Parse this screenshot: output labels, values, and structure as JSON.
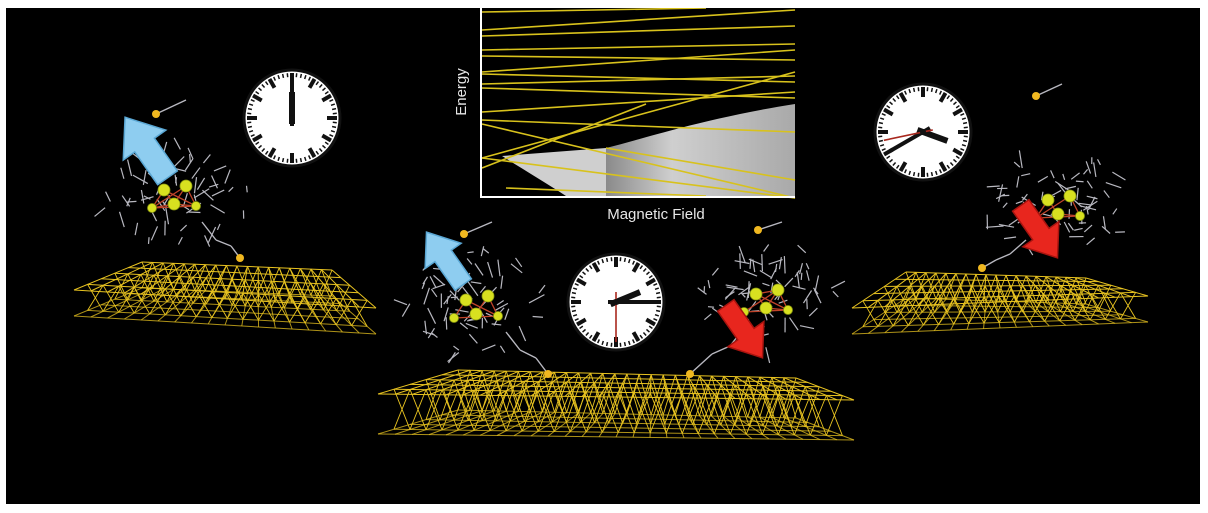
{
  "energy_plot": {
    "ylabel": "Energy",
    "xlabel": "Magnetic Field"
  },
  "clocks": [
    {
      "name": "clock-left",
      "hour": 12,
      "minute": 0,
      "second": 0,
      "show_second": false
    },
    {
      "name": "clock-center",
      "hour": 2,
      "minute": 15,
      "second": 30,
      "show_second": true
    },
    {
      "name": "clock-right",
      "hour": 3,
      "minute": 40,
      "second": 43,
      "show_second": true
    }
  ],
  "spins": [
    {
      "name": "spin-up-arrow-left",
      "color": "#8ecdf0",
      "direction": "up"
    },
    {
      "name": "spin-up-arrow-center",
      "color": "#8ecdf0",
      "direction": "up"
    },
    {
      "name": "spin-down-arrow-center",
      "color": "#e8261e",
      "direction": "down"
    },
    {
      "name": "spin-down-arrow-right",
      "color": "#e8261e",
      "direction": "down"
    }
  ],
  "colors": {
    "background": "#000000",
    "gold": "#e8c320",
    "energy_lines": "#d8c21c",
    "molecule": "#b8b8c0",
    "core": "#d8e020",
    "bond": "#c0442a",
    "shaded_region": "#bdbdbd"
  }
}
